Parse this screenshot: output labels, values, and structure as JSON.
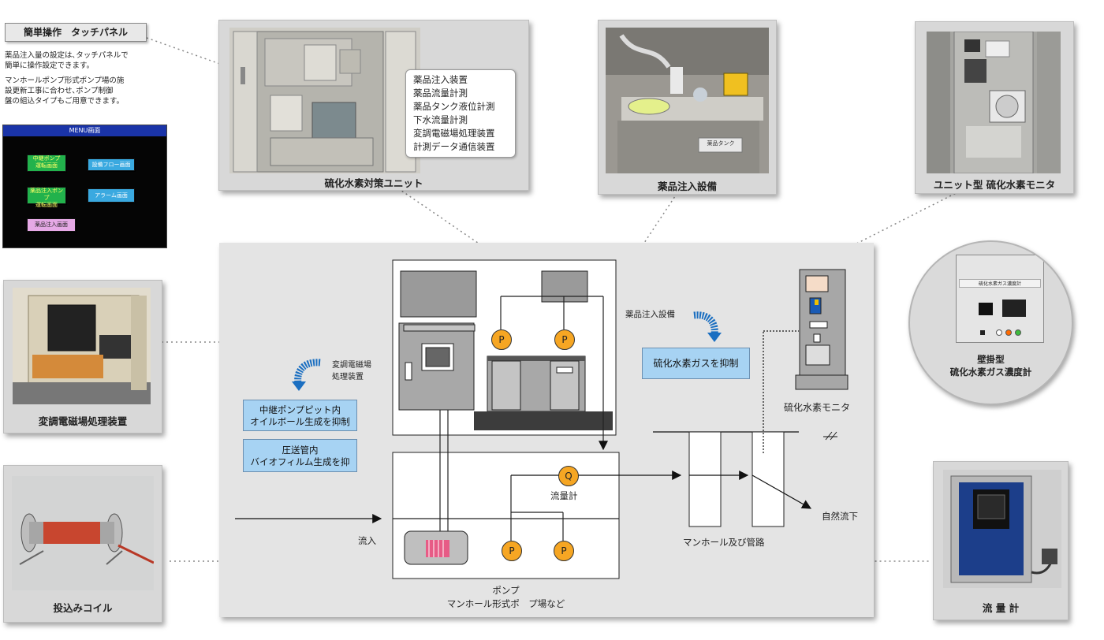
{
  "touch_panel": {
    "title": "簡単操作　タッチパネル",
    "desc1": "薬品注入量の設定は､タッチパネルで",
    "desc2": "簡単に操作設定できます。",
    "desc3": "マンホールポンプ形式ポンプ場の施",
    "desc4": "設更新工事に合わせ､ポンプ制御",
    "desc5": "盤の組込タイプもご用意できます。",
    "menu_title": "MENU画面",
    "btn1a": "中継ポンプ",
    "btn1b": "運転画面",
    "btn2": "設備フロー画面",
    "btn3a": "薬品注入ポンプ",
    "btn3b": "運転画面",
    "btn4": "アラーム画面",
    "btn5": "薬品注入画面"
  },
  "unit_card": {
    "caption": "硫化水素対策ユニット",
    "callout": [
      "薬品注入装置",
      "薬品流量計測",
      "薬品タンク液位計測",
      "下水流量計測",
      "変調電磁場処理装置",
      "計測データ通信装置"
    ]
  },
  "chem_card": {
    "caption": "薬品注入設備",
    "tank_label": "薬品タンク"
  },
  "monitor_card": {
    "caption": "ユニット型 硫化水素モニタ"
  },
  "wall_meter": {
    "panel_label": "硫化水素ガス濃度計",
    "caption1": "壁掛型",
    "caption2": "硫化水素ガス濃度計"
  },
  "em_card": {
    "caption": "変調電磁場処理装置"
  },
  "coil_card": {
    "caption": "投込みコイル"
  },
  "flow_card": {
    "caption": "流 量 計"
  },
  "diagram": {
    "em_label1": "変調電磁場",
    "em_label2": "処理装置",
    "box1a": "中継ポンプピット内",
    "box1b": "オイルボール生成を抑制",
    "box2a": "圧送管内",
    "box2b": "バイオフィルム生成を抑",
    "chem_label": "薬品注入設備",
    "gas_box": "硫化水素ガスを抑制",
    "monitor_label": "硫化水素モニタ",
    "p": "P",
    "q": "Q",
    "flow_meter": "流量計",
    "inflow": "流入",
    "pump1": "ポンプ",
    "pump2": "マンホール形式ポ　プ場など",
    "manhole": "マンホール及び管路",
    "natural": "自然流下"
  }
}
